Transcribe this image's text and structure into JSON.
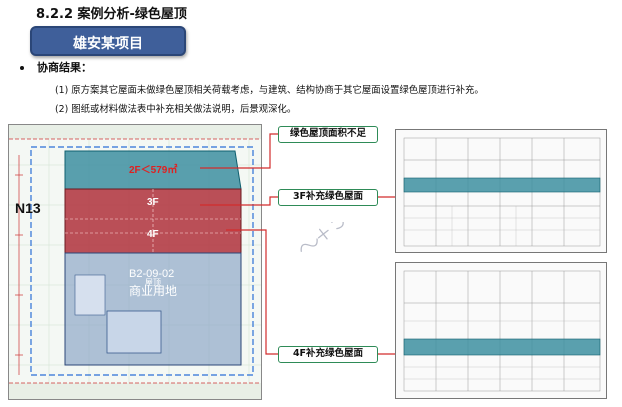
{
  "header": {
    "section_title": "8.2.2 案例分析-绿色屋顶",
    "project_badge": "雄安某项目"
  },
  "consult_result": {
    "heading": "协商结果：",
    "lines": [
      "(1) 原方案其它屋面未做绿色屋顶相关荷载考虑，与建筑、结构协商于其它屋面设置绿色屋顶进行补充。",
      "(2) 图纸或材料做法表中补充相关做法说明，后景观深化。"
    ]
  },
  "site_plan": {
    "label_2f": "2F＜579㎡",
    "label_3f": "3F",
    "label_4f": "4F",
    "block_code": "N13",
    "land_code": "B2-09-02",
    "land_use": "商业用地",
    "roof_label": "屋顶"
  },
  "callouts": {
    "c1": "绿色屋顶面积不足",
    "c2": "3F补充绿色屋面",
    "c3": "4F补充绿色屋面"
  },
  "watermark": {
    "text": "建筑之家联盟"
  },
  "colors": {
    "badge": "#3f5f9a",
    "roof_teal": "#3d8fa0",
    "roof_red": "#b43c46",
    "callout_border": "#2e8b57",
    "connector": "#d22c2c"
  }
}
